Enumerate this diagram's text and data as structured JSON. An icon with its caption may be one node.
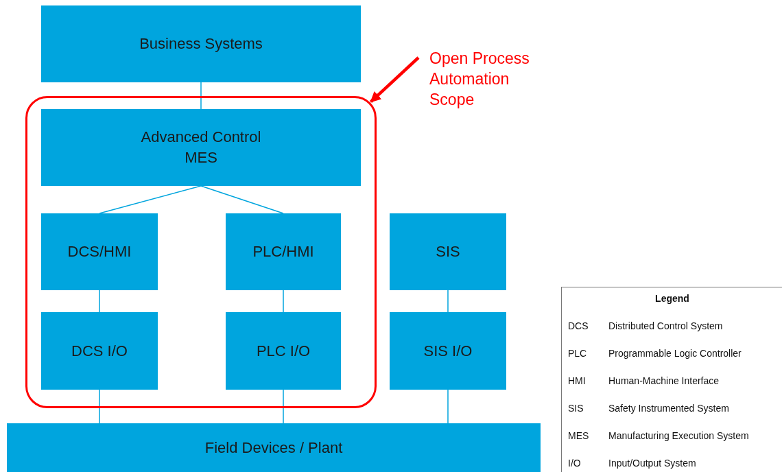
{
  "diagram": {
    "nodes": [
      {
        "text": [
          "Business Systems"
        ]
      },
      {
        "text": [
          "Open Process Automation Scope"
        ]
      },
      {
        "text": [],
        "shape": "box"
      },
      {
        "text": [
          "Advanced Control",
          "MES"
        ],
        "in": 2
      },
      {
        "text": [
          "DCS/HMI"
        ],
        "in": 2
      },
      {
        "text": [
          "PLC/HMI"
        ],
        "in": 2
      },
      {
        "text": [
          "SIS"
        ]
      },
      {
        "text": [
          "DCS I/O"
        ],
        "in": 2
      },
      {
        "text": [
          "PLC I/O"
        ],
        "in": 2
      },
      {
        "text": [
          "SIS I/O"
        ]
      },
      {
        "text": [
          "Field Devices / Plant"
        ]
      }
    ],
    "edges": [
      {
        "from": 0,
        "to": 3,
        "arrow": "none"
      },
      {
        "from": 1,
        "to": 2,
        "arrow": "to",
        "style": "thick",
        "color": "#ff0000"
      },
      {
        "from": 3,
        "to": 4,
        "arrow": "none"
      },
      {
        "from": 3,
        "to": 5,
        "arrow": "none"
      },
      {
        "from": 4,
        "to": 7,
        "arrow": "none"
      },
      {
        "from": 5,
        "to": 8,
        "arrow": "none"
      },
      {
        "from": 6,
        "to": 9,
        "arrow": "none"
      },
      {
        "from": 7,
        "to": 10,
        "arrow": "none"
      },
      {
        "from": 8,
        "to": 10,
        "arrow": "none"
      },
      {
        "from": 9,
        "to": 10,
        "arrow": "none"
      }
    ],
    "labels": [
      "Legend",
      "DCS",
      "Distributed Control System",
      "PLC",
      "Programmable Logic Controller",
      "HMI",
      "Human-Machine Interface",
      "SIS",
      "Safety Instrumented System",
      "MES",
      "Manufacturing Execution System",
      "I/O",
      "Input/Output System"
    ]
  }
}
